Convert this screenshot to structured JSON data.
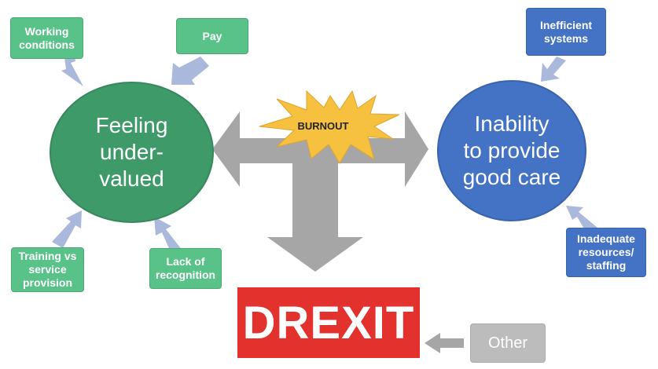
{
  "nodes": {
    "working_conditions": "Working\nconditions",
    "pay": "Pay",
    "inefficient_systems": "Inefficient\nsystems",
    "feeling_undervalued": "Feeling\nunder-\nvalued",
    "inability_care": "Inability\nto provide\ngood care",
    "burnout": "BURNOUT",
    "training_vs_service": "Training vs\nservice\nprovision",
    "lack_of_recognition": "Lack of\nrecognition",
    "inadequate_resources": "Inadequate\nresources/\nstaffing",
    "drexit": "DREXIT",
    "other": "Other"
  },
  "colors": {
    "green_box": "#59c289",
    "green_circle": "#3f9a6a",
    "blue": "#4472c4",
    "grey": "#bcbcbc",
    "red": "#e3312e",
    "burst": "#f6c13e",
    "connector": "#aab8dc",
    "big_arrow": "#a6a6a6"
  }
}
